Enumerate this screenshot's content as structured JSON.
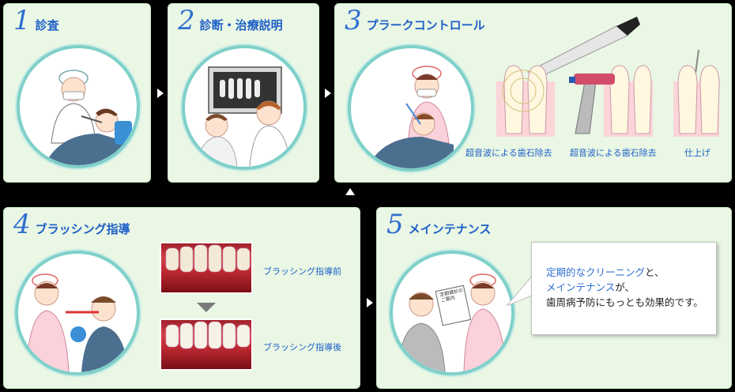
{
  "steps": [
    {
      "num": "1",
      "title": "診査"
    },
    {
      "num": "2",
      "title": "診断・治療説明"
    },
    {
      "num": "3",
      "title": "プラークコントロール"
    },
    {
      "num": "4",
      "title": "ブラッシング指導"
    },
    {
      "num": "5",
      "title": "メインテナンス"
    }
  ],
  "plaque_captions": [
    "超音波による歯石除去",
    "超音波による歯石除去",
    "仕上げ"
  ],
  "brushing_captions": {
    "before": "ブラッシング指導前",
    "after": "ブラッシング指導後"
  },
  "callout": {
    "line1_blue": "定期的なクリーニング",
    "line1_rest": "と、",
    "line2_blue": "メインテナンス",
    "line2_rest": "が、",
    "line3": "歯周病予防にもっとも効果的です。"
  },
  "paper_text": "定期健診のご案内",
  "colors": {
    "panel": "#e9f7e4",
    "accent": "#2f6fd0",
    "ring": "#7fd0c8",
    "gum": "#c02a34"
  }
}
